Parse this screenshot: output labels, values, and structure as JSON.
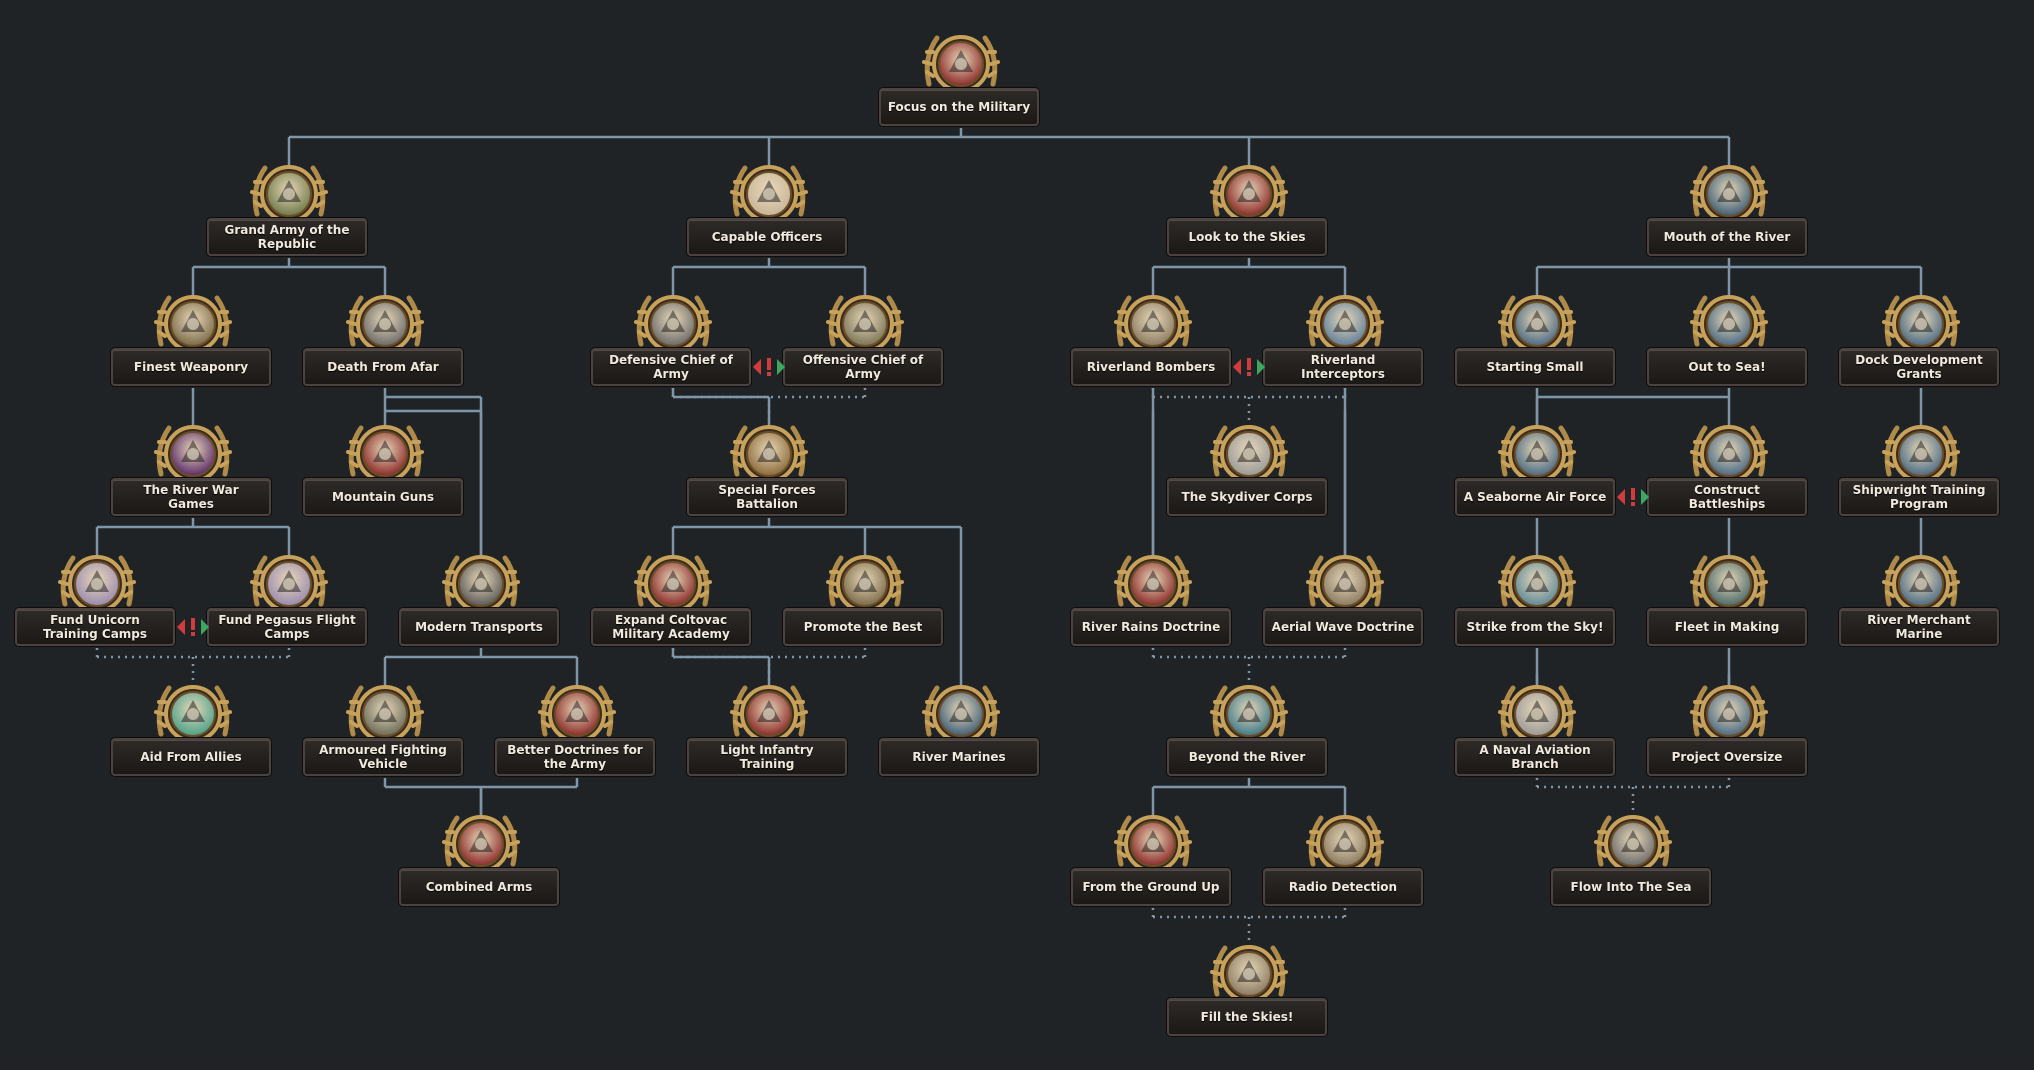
{
  "tree": {
    "root": {
      "id": "focus_military",
      "label": "Focus on the Military",
      "icon": "helmet-medal-icon"
    },
    "focuses": [
      {
        "id": "focus_military",
        "label": "Focus on the Military",
        "icon": "helmet-medal-icon",
        "accent": "#8b2a2a"
      },
      {
        "id": "grand_army",
        "label": "Grand Army of the Republic",
        "icon": "crossed-rifles-icon",
        "accent": "#6f7a4a"
      },
      {
        "id": "capable_officers",
        "label": "Capable Officers",
        "icon": "document-icon",
        "accent": "#c9b59a"
      },
      {
        "id": "look_skies",
        "label": "Look to the Skies",
        "icon": "winged-emblem-icon",
        "accent": "#8b2a2a"
      },
      {
        "id": "mouth_river",
        "label": "Mouth of the River",
        "icon": "anchor-icon",
        "accent": "#3f5f78"
      },
      {
        "id": "finest_weaponry",
        "label": "Finest Weaponry",
        "icon": "pony-soldier-icon",
        "accent": "#7a6a4a"
      },
      {
        "id": "death_afar",
        "label": "Death From Afar",
        "icon": "artillery-icon",
        "accent": "#6a6a6a"
      },
      {
        "id": "defensive_chief",
        "label": "Defensive Chief of Army",
        "icon": "fortress-icon",
        "accent": "#6a6a6a"
      },
      {
        "id": "offensive_chief",
        "label": "Offensive Chief of Army",
        "icon": "crossed-swords-icon",
        "accent": "#7a7458"
      },
      {
        "id": "riverland_bombers",
        "label": "Riverland Bombers",
        "icon": "bomber-icon",
        "accent": "#8a7a62"
      },
      {
        "id": "riverland_interceptors",
        "label": "Riverland Interceptors",
        "icon": "fighter-plane-icon",
        "accent": "#5f7f9a"
      },
      {
        "id": "starting_small",
        "label": "Starting Small",
        "icon": "small-ship-icon",
        "accent": "#4a6a84"
      },
      {
        "id": "out_to_sea",
        "label": "Out to Sea!",
        "icon": "ship-anchor-icon",
        "accent": "#4a6a84"
      },
      {
        "id": "dock_grants",
        "label": "Dock Development Grants",
        "icon": "dock-crane-icon",
        "accent": "#4a6a84"
      },
      {
        "id": "river_war_games",
        "label": "The River War Games",
        "icon": "purple-star-icon",
        "accent": "#5a2a6a"
      },
      {
        "id": "mountain_guns",
        "label": "Mountain Guns",
        "icon": "mountain-gun-icon",
        "accent": "#8b2a2a"
      },
      {
        "id": "special_forces",
        "label": "Special Forces Battalion",
        "icon": "chevron-v-icon",
        "accent": "#8b6a3a"
      },
      {
        "id": "skydiver_corps",
        "label": "The Skydiver Corps",
        "icon": "winged-skull-icon",
        "accent": "#9a9a9a"
      },
      {
        "id": "seaborne_air",
        "label": "A Seaborne Air Force",
        "icon": "carrier-icon",
        "accent": "#4a6a84"
      },
      {
        "id": "construct_battleships",
        "label": "Construct Battleships",
        "icon": "battleship-icon",
        "accent": "#4a6a84"
      },
      {
        "id": "shipwright_training",
        "label": "Shipwright Training Program",
        "icon": "crane-icon",
        "accent": "#4a6a84"
      },
      {
        "id": "fund_unicorn",
        "label": "Fund Unicorn Training Camps",
        "icon": "unicorn-icon",
        "accent": "#9a8ab0"
      },
      {
        "id": "fund_pegasus",
        "label": "Fund Pegasus Flight Camps",
        "icon": "pegasus-icon",
        "accent": "#9a8ab0"
      },
      {
        "id": "modern_transports",
        "label": "Modern Transports",
        "icon": "tire-icon",
        "accent": "#5a5a5a"
      },
      {
        "id": "expand_coltovac",
        "label": "Expand Coltovac Military Academy",
        "icon": "pony-officer-icon",
        "accent": "#8b2a2a"
      },
      {
        "id": "promote_best",
        "label": "Promote the Best",
        "icon": "pony-rifle-icon",
        "accent": "#7a6a4a"
      },
      {
        "id": "river_rains",
        "label": "River Rains Doctrine",
        "icon": "bomb-icon",
        "accent": "#8b2a2a"
      },
      {
        "id": "aerial_wave",
        "label": "Aerial Wave Doctrine",
        "icon": "plane-wave-icon",
        "accent": "#8a7a62"
      },
      {
        "id": "strike_sky",
        "label": "Strike from the Sky!",
        "icon": "sky-plane-icon",
        "accent": "#5f8a9a"
      },
      {
        "id": "fleet_making",
        "label": "Fleet in Making",
        "icon": "fleet-icon",
        "accent": "#4a6a6a"
      },
      {
        "id": "river_merchant",
        "label": "River Merchant Marine",
        "icon": "ship-wheel-icon",
        "accent": "#4a6a84"
      },
      {
        "id": "aid_allies",
        "label": "Aid From Allies",
        "icon": "globe-icon",
        "accent": "#4aa08a"
      },
      {
        "id": "armoured_vehicle",
        "label": "Armoured Fighting Vehicle",
        "icon": "armored-car-icon",
        "accent": "#6a6a5a"
      },
      {
        "id": "better_doctrines",
        "label": "Better Doctrines for the Army",
        "icon": "crossed-shells-icon",
        "accent": "#8b2a2a"
      },
      {
        "id": "light_infantry",
        "label": "Light Infantry Training",
        "icon": "crossed-axes-icon",
        "accent": "#8b2a2a"
      },
      {
        "id": "river_marines",
        "label": "River Marines",
        "icon": "marine-anchor-icon",
        "accent": "#3f5f78"
      },
      {
        "id": "beyond_river",
        "label": "Beyond the River",
        "icon": "blue-planet-icon",
        "accent": "#3f7a8a"
      },
      {
        "id": "naval_aviation",
        "label": "A Naval Aviation Branch",
        "icon": "skull-wings-icon",
        "accent": "#9a9a9a"
      },
      {
        "id": "project_oversize",
        "label": "Project Oversize",
        "icon": "big-ship-icon",
        "accent": "#4a6a84"
      },
      {
        "id": "combined_arms",
        "label": "Combined Arms",
        "icon": "tank-icon",
        "accent": "#8b2a2a"
      },
      {
        "id": "ground_up",
        "label": "From the Ground Up",
        "icon": "shield-icon",
        "accent": "#8b2a2a"
      },
      {
        "id": "radio_detection",
        "label": "Radio Detection",
        "icon": "radar-tower-icon",
        "accent": "#8a7a62"
      },
      {
        "id": "flow_sea",
        "label": "Flow Into The Sea",
        "icon": "wolf-head-icon",
        "accent": "#6a6a6a"
      },
      {
        "id": "fill_skies",
        "label": "Fill the Skies!",
        "icon": "crossed-wrenches-icon",
        "accent": "#8a7a62"
      }
    ],
    "mutual_exclusive_icon": "mutually-exclusive-icon"
  },
  "colors": {
    "background": "#1f2325",
    "connector": "#7f95a8",
    "label_text": "#f1e9dd",
    "medal_gold": "#c8a25a",
    "exclusive_red": "#d23b3b",
    "exclusive_green": "#3aa860"
  }
}
